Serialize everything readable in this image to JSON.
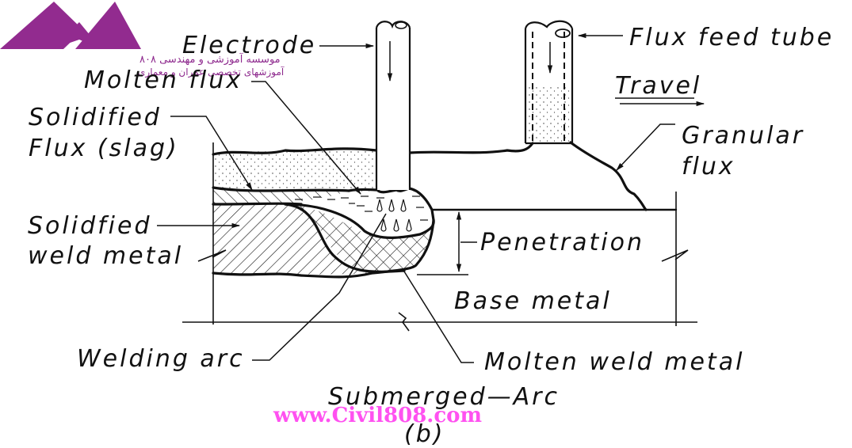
{
  "logo": {
    "line1": "موسسه آموزشی و مهندسی ۸۰۸",
    "line2": "آموزشهای تخصصی عمران و معماری",
    "color": "#922b8f"
  },
  "labels": {
    "electrode": "Electrode",
    "molten_flux": "Molten flux",
    "flux_feed_tube": "Flux feed tube",
    "travel": "Travel",
    "solidified_flux_1": "Solidified",
    "solidified_flux_2": "Flux (slag)",
    "granular_flux_1": "Granular",
    "granular_flux_2": "flux",
    "solidified_weld_1": "Solidfied",
    "solidified_weld_2": "weld metal",
    "penetration": "Penetration",
    "base_metal": "Base metal",
    "welding_arc": "Welding arc",
    "molten_weld_metal": "Molten weld metal"
  },
  "caption": {
    "title": "Submerged—Arc",
    "sub": "(b)"
  },
  "watermark": {
    "text": "www.Civil808.com",
    "color": "#ff33ee"
  }
}
